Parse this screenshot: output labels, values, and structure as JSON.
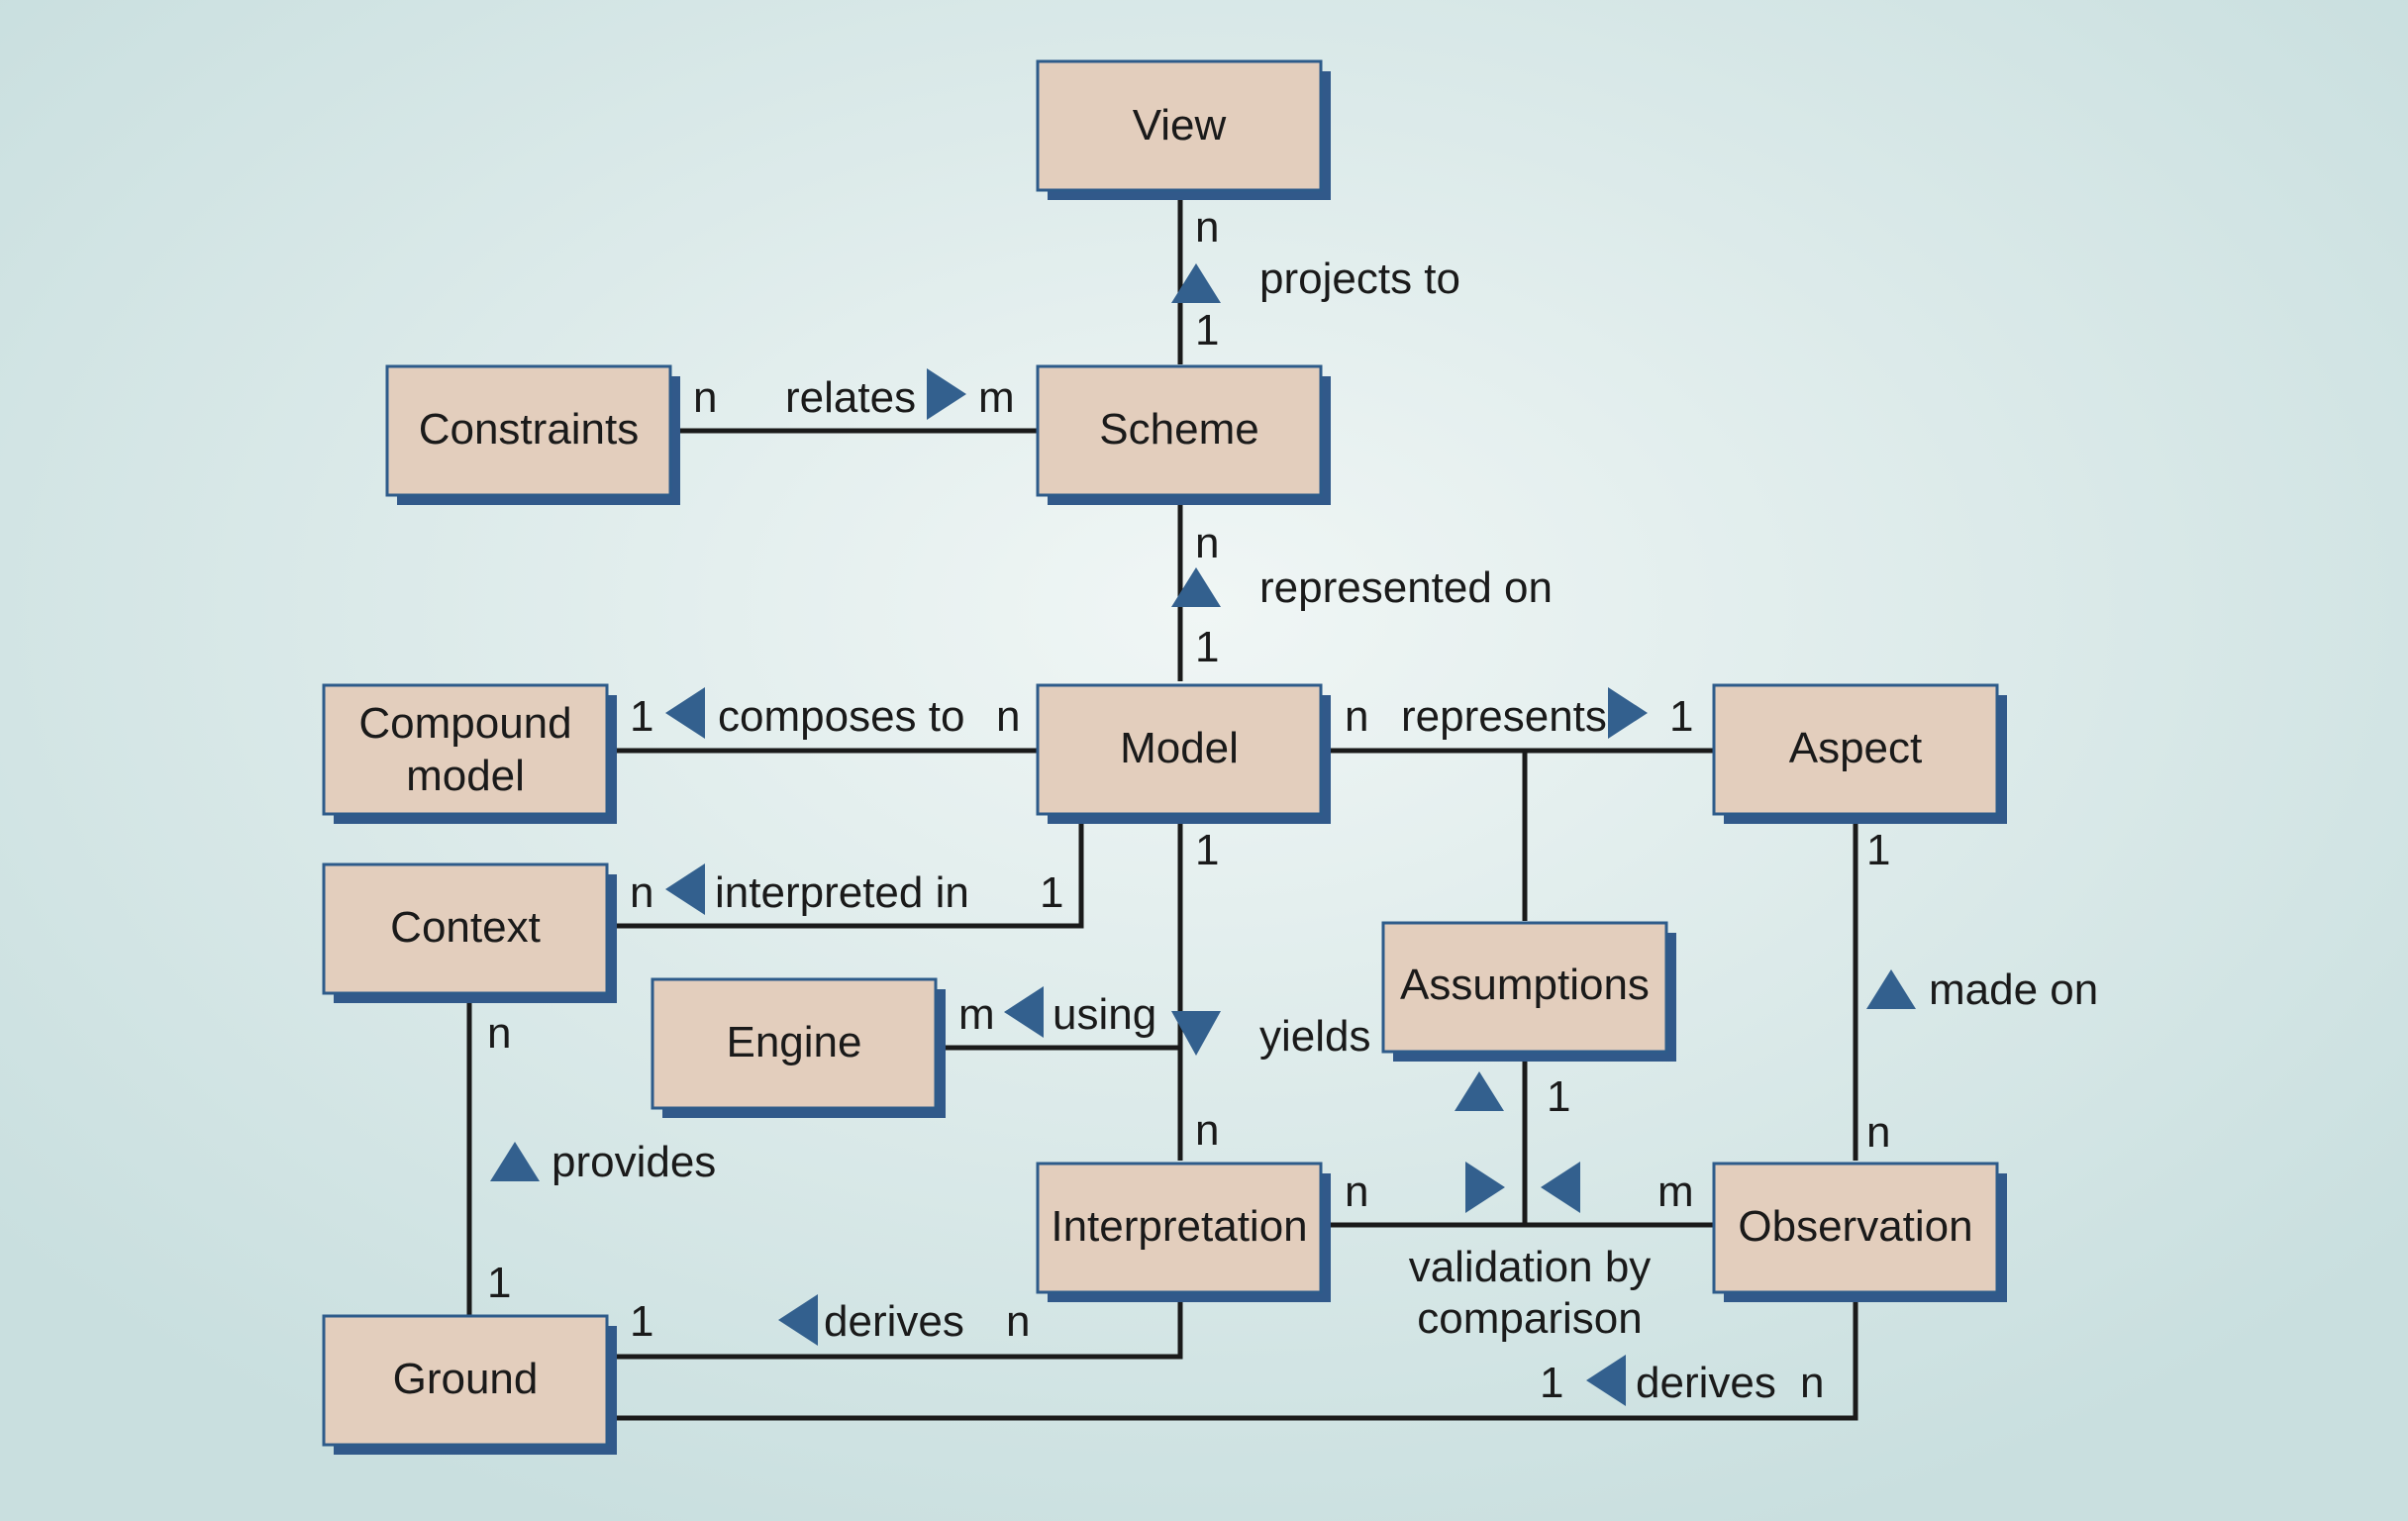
{
  "colors": {
    "box_fill": "#e3cebd",
    "box_border": "#2d5b8a",
    "box_shadow": "#31598a",
    "line": "#1a1a1a",
    "arrow": "#33608e",
    "bg_center": "#f0f6f5",
    "bg_edge": "#c9dfdf"
  },
  "entities": {
    "view": "View",
    "scheme": "Scheme",
    "constraints": "Constraints",
    "compound_model_line1": "Compound",
    "compound_model_line2": "model",
    "model": "Model",
    "aspect": "Aspect",
    "context": "Context",
    "engine": "Engine",
    "assumptions": "Assumptions",
    "interpretation": "Interpretation",
    "observation": "Observation",
    "ground": "Ground"
  },
  "relations": {
    "projects_to": {
      "label": "projects to",
      "arrow": "up",
      "from_mult": "n",
      "to_mult": "1"
    },
    "relates": {
      "label": "relates",
      "arrow": "right",
      "from_mult": "n",
      "to_mult": "m"
    },
    "represented_on": {
      "label": "represented on",
      "arrow": "up",
      "from_mult": "n",
      "to_mult": "1"
    },
    "composes_to": {
      "label": "composes to",
      "arrow": "left",
      "from_mult": "1",
      "to_mult": "n"
    },
    "represents": {
      "label": "represents",
      "arrow": "right",
      "from_mult": "n",
      "to_mult": "1"
    },
    "interpreted_in": {
      "label": "interpreted in",
      "arrow": "left",
      "from_mult": "n",
      "to_mult": "1"
    },
    "using": {
      "label": "using",
      "arrow": "left",
      "from_mult": "m"
    },
    "yields": {
      "label": "yields",
      "arrow": "down",
      "from_mult": "1",
      "to_mult": "n"
    },
    "made_on": {
      "label": "made on",
      "arrow": "up",
      "from_mult": "1",
      "to_mult": "n"
    },
    "provides": {
      "label": "provides",
      "arrow": "up",
      "from_mult": "n",
      "to_mult": "1"
    },
    "validation": {
      "label_line1": "validation by",
      "label_line2": "comparison",
      "left_mult": "n",
      "right_mult": "m",
      "top_mult": "1"
    },
    "derives_interpretation": {
      "label": "derives",
      "arrow": "left",
      "from_mult": "1",
      "to_mult": "n"
    },
    "derives_observation": {
      "label": "derives",
      "arrow": "left",
      "from_mult": "1",
      "to_mult": "n"
    }
  }
}
